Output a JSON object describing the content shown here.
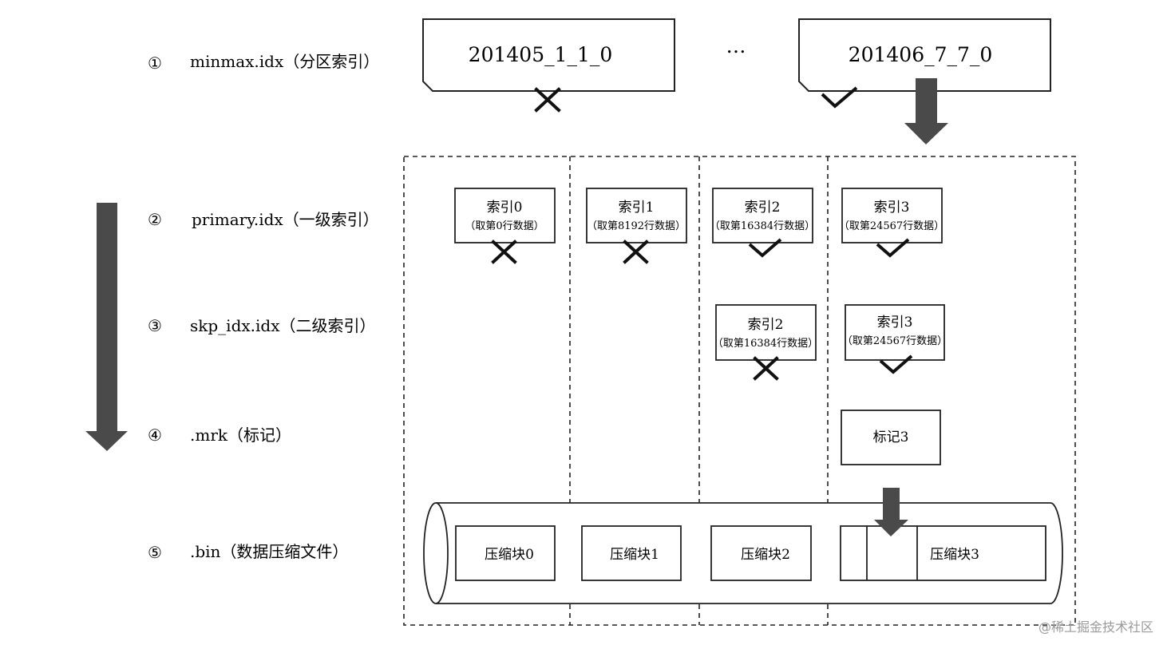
{
  "rows": [
    {
      "num": "①",
      "label": "minmax.idx（分区索引）"
    },
    {
      "num": "②",
      "label": "primary.idx（一级索引）"
    },
    {
      "num": "③",
      "label": "skp_idx.idx（二级索引）"
    },
    {
      "num": "④",
      "label": ".mrk（标记）"
    },
    {
      "num": "⑤",
      "label": ".bin（数据压缩文件）"
    }
  ],
  "partitions": {
    "left": {
      "name": "201405_1_1_0",
      "status": "cross"
    },
    "ellipsis": "…",
    "right": {
      "name": "201406_7_7_0",
      "status": "check"
    }
  },
  "primary_index": [
    {
      "title": "索引0",
      "sub": "（取第0行数据）",
      "status": "cross"
    },
    {
      "title": "索引1",
      "sub": "（取第8192行数据）",
      "status": "cross"
    },
    {
      "title": "索引2",
      "sub": "（取第16384行数据）",
      "status": "check"
    },
    {
      "title": "索引3",
      "sub": "（取第24567行数据）",
      "status": "check"
    }
  ],
  "skip_index": [
    {
      "title": "索引2",
      "sub": "（取第16384行数据）",
      "status": "cross"
    },
    {
      "title": "索引3",
      "sub": "（取第24567行数据）",
      "status": "check"
    }
  ],
  "mark": {
    "label": "标记3"
  },
  "blocks": [
    "压缩块0",
    "压缩块1",
    "压缩块2",
    "压缩块3"
  ],
  "watermark": "@稀土掘金技术社区",
  "colors": {
    "arrow": "#4a4a4a",
    "line": "#222222",
    "text": "#222222"
  }
}
